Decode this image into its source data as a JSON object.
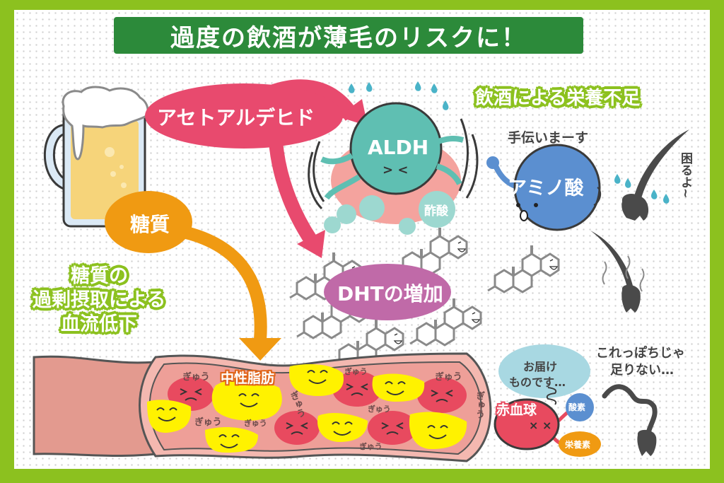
{
  "title": "過度の飲酒が薄毛のリスクに！",
  "colors": {
    "frame": "#8cc11f",
    "title_bg": "#2c8a3a",
    "acetaldehyde": "#e84a6e",
    "sugar": "#f09a12",
    "aldh": "#5fbfb2",
    "amino": "#5b8fd0",
    "dht": "#c06aa8",
    "blood_cell": "#e84a5f",
    "fat": "#fff200",
    "vessel": "#e39a8f"
  },
  "labels": {
    "acetaldehyde": "アセトアルデヒド",
    "sugar": "糖質",
    "aldh": "ALDH",
    "aldh_face": "> <",
    "acetic_acid": "酢酸",
    "nutrition_heading": "飲酒による栄養不足",
    "helper_speech": "手伝いまーす",
    "amino_acid": "アミノ酸",
    "hair_trouble": "困るよ~",
    "dht_increase": "DHTの増加",
    "sugar_heading_lines": [
      "糖質の",
      "過剰摂取による",
      "血流低下"
    ],
    "neutral_fat": "中性脂肪",
    "squeeze": "ぎゅう",
    "delivery_speech_lines": [
      "お届け",
      "ものです…"
    ],
    "red_blood_cell": "赤血球",
    "red_blood_cell_face": "× ×",
    "oxygen": "酸素",
    "nutrients": "栄養素",
    "not_enough_lines": [
      "これっぽちじゃ",
      "足りない…"
    ]
  },
  "icons": {
    "beer": "beer-mug-icon",
    "hair_crying": "hair-follicle-crying-icon",
    "hair_trembling": "hair-follicle-worried-icon",
    "hair_sad": "hair-follicle-sad-icon",
    "molecule": "steroid-molecule-icon",
    "sweat": "sweat-drop-icon"
  }
}
